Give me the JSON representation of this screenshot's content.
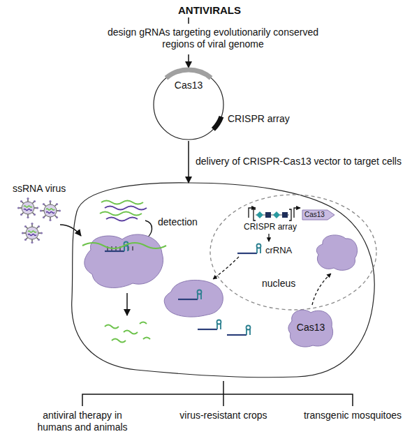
{
  "diagram": {
    "title": "ANTIVIRALS",
    "nodes": [
      {
        "text": [
          "Cas13",
          "CRISPR array"
        ]
      },
      {
        "text": [
          "detection"
        ]
      },
      {
        "text": [
          "CRISPR array",
          "Cas13",
          "crRNA",
          "nucleus"
        ],
        "in": 1
      },
      {
        "text": [
          "Cas13"
        ],
        "in": 1
      }
    ],
    "edges": [
      {
        "from": 0,
        "to": 1,
        "label": "delivery of CRISPR-Cas13 vector to target cells",
        "arrow": "to"
      }
    ],
    "labels": [
      "design gRNAs targeting evolutionarily conserved regions of viral genome",
      "ssRNA virus",
      "antiviral therapy in humans and animals",
      "virus-resistant crops",
      "transgenic mosquitoes"
    ]
  }
}
